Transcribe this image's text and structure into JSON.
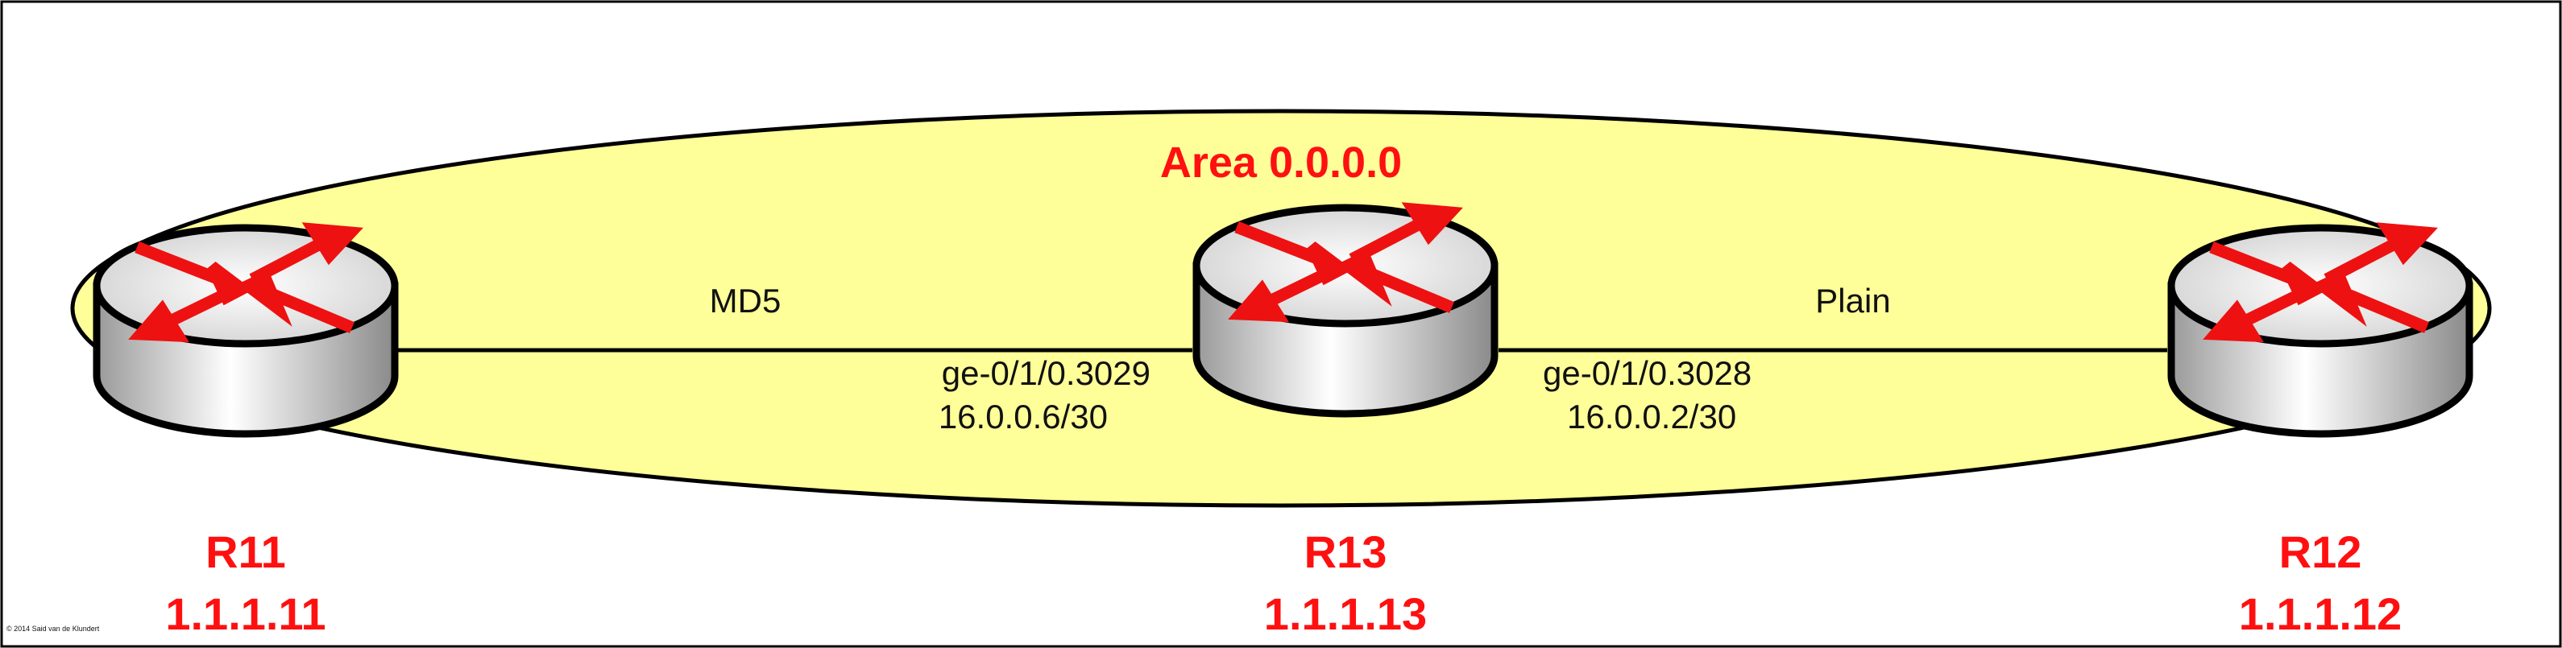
{
  "diagram": {
    "area_label": "Area 0.0.0.0",
    "copyright": "© 2014 Said van de Klundert",
    "links": [
      {
        "name": "MD5",
        "left_if": "ge-0/1/0.3029",
        "left_ip": "16.0.0.6/30"
      },
      {
        "name": "Plain",
        "right_if": "ge-0/1/0.3028",
        "right_ip": "16.0.0.2/30"
      }
    ],
    "routers": [
      {
        "name": "R11",
        "router_id": "1.1.1.11"
      },
      {
        "name": "R13",
        "router_id": "1.1.1.13"
      },
      {
        "name": "R12",
        "router_id": "1.1.1.12"
      }
    ]
  },
  "colors": {
    "area_fill": "#ffff99",
    "label_red": "#ff1010",
    "arrow_red": "#ee1111",
    "router_body": "#d8d8d8",
    "outline": "#000000"
  },
  "icons": [
    "router-icon"
  ]
}
